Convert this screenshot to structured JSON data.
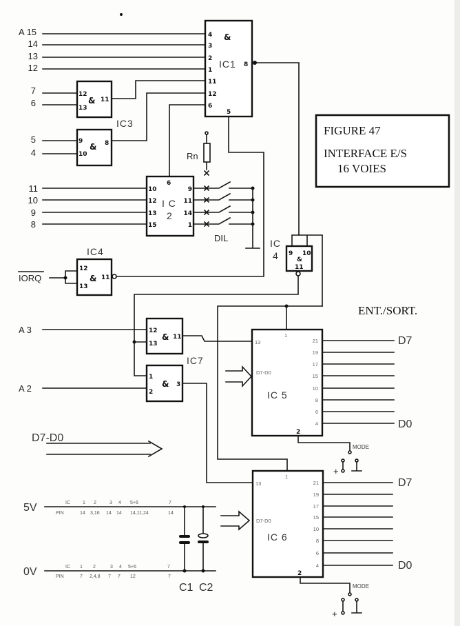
{
  "figure": {
    "title": "FIGURE 47",
    "line2": "INTERFACE E/S",
    "line3": "16 VOIES"
  },
  "io_label": "ENT./SORT.",
  "bus_label": "D7-D0",
  "inputs": {
    "a15": "A 15",
    "a14": "14",
    "a13": "13",
    "a12": "12",
    "a7": "7",
    "a6": "6",
    "a5": "5",
    "a4": "4",
    "a11": "11",
    "a10": "10",
    "a9": "9",
    "a8": "8",
    "a3": "A 3",
    "a2": "A 2",
    "iorq": "IORQ"
  },
  "ic1": {
    "name": "IC1",
    "symbol": "&",
    "pins_in": [
      "4",
      "3",
      "2",
      "1",
      "11",
      "12",
      "6"
    ],
    "pin_out": "8",
    "pin_bottom": "5"
  },
  "ic2": {
    "name_a": "I C",
    "name_b": "2",
    "pin_top": "6",
    "pins_in": [
      "10",
      "12",
      "13",
      "15"
    ],
    "pins_out": [
      "9",
      "11",
      "14",
      "1"
    ]
  },
  "ic3": {
    "name": "IC3",
    "symbol": "&",
    "gate_a": {
      "pins_in": [
        "12",
        "13"
      ],
      "pin_out": "11"
    },
    "gate_b": {
      "pins_in": [
        "9",
        "10"
      ],
      "pin_out": "8"
    }
  },
  "ic4": {
    "name": "IC4",
    "name_a": "IC",
    "name_b": "4",
    "symbol": "&",
    "gate_a": {
      "pins_in": [
        "12",
        "13"
      ],
      "pin_out": "11"
    },
    "gate_b": {
      "pins_in": [
        "9",
        "10"
      ],
      "pin_out": "11"
    }
  },
  "ic7": {
    "name": "IC7",
    "symbol": "&",
    "gate_a": {
      "pins_in": [
        "12",
        "13"
      ],
      "pin_out": "11"
    },
    "gate_b": {
      "pins_in": [
        "1",
        "2"
      ],
      "pin_out": "3"
    }
  },
  "ic5": {
    "name": "IC 5",
    "bus": "D7-D0",
    "pin_in": "13",
    "pin_top": "1",
    "pin_bottom": "2",
    "pins_out": [
      "21",
      "19",
      "17",
      "15",
      "10",
      "8",
      "6",
      "4"
    ],
    "out_first": "D7",
    "out_last": "D0",
    "mode": "MODE",
    "plus": "+"
  },
  "ic6": {
    "name": "IC 6",
    "bus": "D7-D0",
    "pin_in": "13",
    "pin_top": "1",
    "pin_bottom": "2",
    "pins_out": [
      "21",
      "19",
      "17",
      "15",
      "10",
      "8",
      "6",
      "4"
    ],
    "out_first": "D7",
    "out_last": "D0",
    "mode": "MODE",
    "plus": "+"
  },
  "resistor": "Rn",
  "switch": "DIL",
  "power": {
    "vcc": "5V",
    "gnd": "0V",
    "vcc_ic_row": [
      "IC",
      "1",
      "2",
      "3",
      "4",
      "5+6",
      "7"
    ],
    "vcc_pin_row": [
      "PIN",
      "14",
      "3,16",
      "14",
      "14",
      "14,11,24",
      "14"
    ],
    "gnd_ic_row": [
      "IC",
      "1",
      "2",
      "3",
      "4",
      "5+6",
      "7"
    ],
    "gnd_pin_row": [
      "PIN",
      "7",
      "2,4,8",
      "7",
      "7",
      "12",
      "7"
    ]
  },
  "capacitors": [
    "C1",
    "C2"
  ]
}
